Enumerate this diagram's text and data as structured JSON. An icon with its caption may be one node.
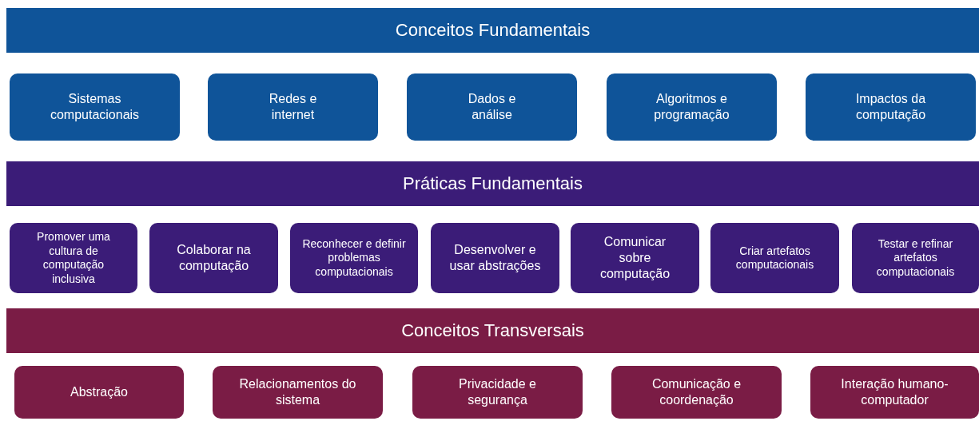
{
  "diagram": {
    "nodes": [
      {
        "text": [
          "Conceitos Fundamentais"
        ]
      },
      {
        "text": [
          "Sistemas computacionais"
        ]
      },
      {
        "text": [
          "Redes e internet"
        ]
      },
      {
        "text": [
          "Dados e análise"
        ]
      },
      {
        "text": [
          "Algoritmos e programação"
        ]
      },
      {
        "text": [
          "Impactos da computação"
        ]
      },
      {
        "text": [
          "Práticas Fundamentais"
        ]
      },
      {
        "text": [
          "Promover uma cultura de computação inclusiva"
        ]
      },
      {
        "text": [
          "Colaborar na computação"
        ]
      },
      {
        "text": [
          "Reconhecer e definir problemas computacionais"
        ]
      },
      {
        "text": [
          "Desenvolver e usar abstrações"
        ]
      },
      {
        "text": [
          "Comunicar sobre computação"
        ]
      },
      {
        "text": [
          "Criar artefatos computacionais"
        ]
      },
      {
        "text": [
          "Testar e refinar artefatos computacionais"
        ]
      },
      {
        "text": [
          "Conceitos Transversais"
        ]
      },
      {
        "text": [
          "Abstração"
        ]
      },
      {
        "text": [
          "Relacionamentos do sistema"
        ]
      },
      {
        "text": [
          "Privacidade e segurança"
        ]
      },
      {
        "text": [
          "Comunicação e coordenação"
        ]
      },
      {
        "text": [
          "Interação humano-computador"
        ]
      }
    ]
  }
}
